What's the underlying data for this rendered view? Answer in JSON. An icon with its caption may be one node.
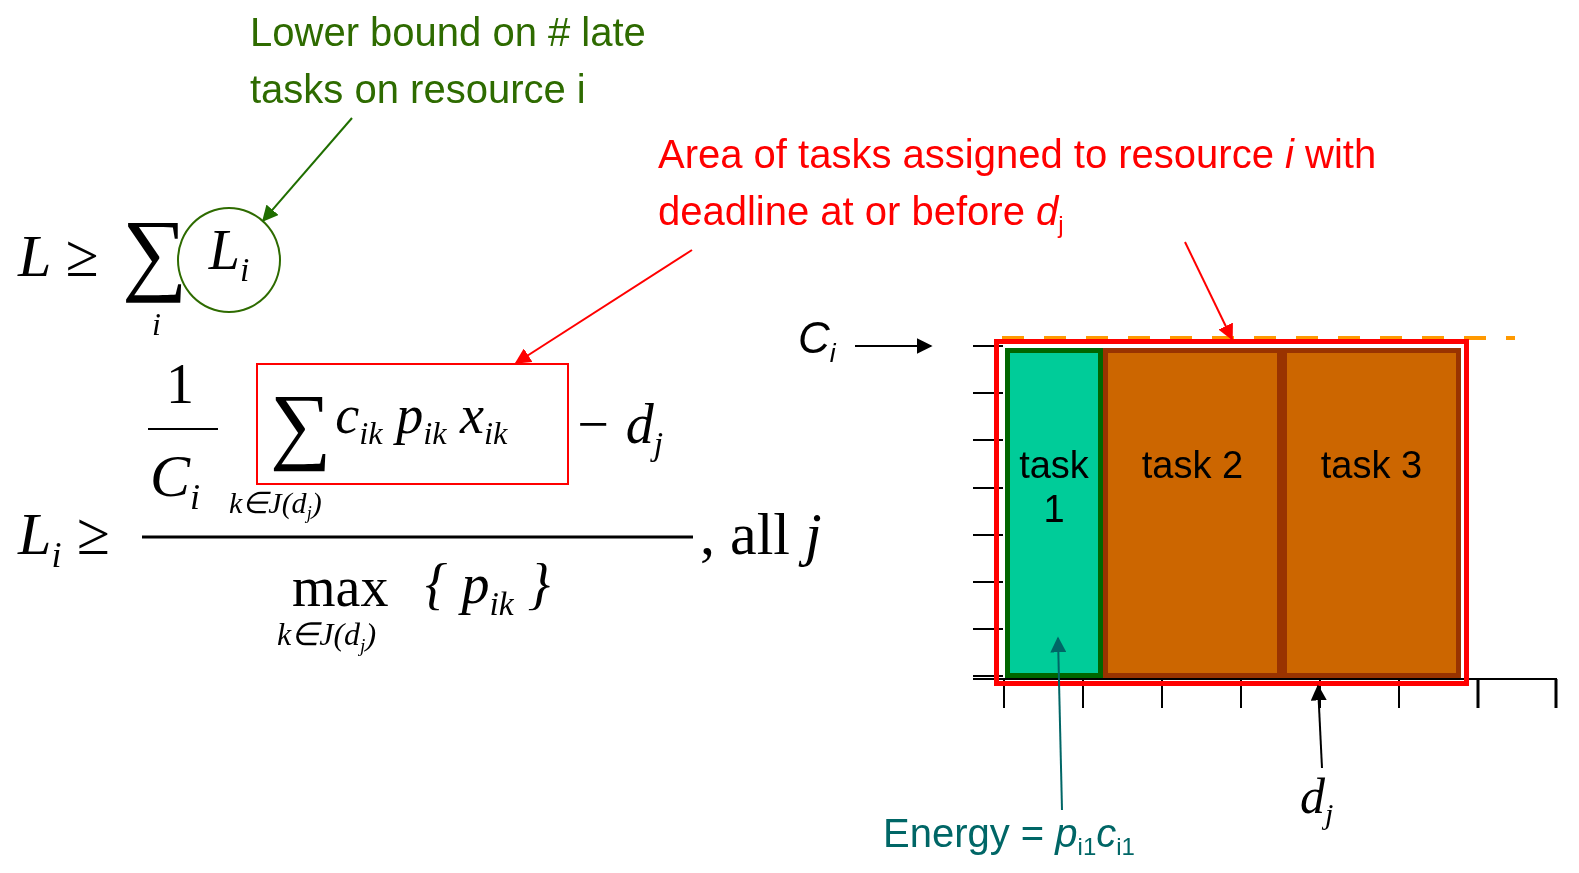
{
  "diagram": {
    "nodes": [
      {
        "text": [
          "Lower bound on # late tasks on resource i"
        ]
      },
      {
        "text": [
          "L$_{i}$"
        ]
      },
      {
        "text": [
          "Area of tasks assigned to resource *i* with deadline at or before *d*$_{j}$"
        ]
      },
      {
        "text": [
          "∑",
          "c$_{ik}$ p$_{ik}$ x$_{ik}$"
        ]
      },
      {
        "text": [],
        "shape": "box"
      },
      {
        "text": [
          "task 1"
        ],
        "in": 4
      },
      {
        "text": [
          "task 2"
        ],
        "in": 4
      },
      {
        "text": [
          "task 3"
        ],
        "in": 4
      },
      {
        "text": [
          "C$_{i}$"
        ]
      },
      {
        "text": [
          "d$_{j}$"
        ]
      },
      {
        "text": [
          "Energy = *p*$_{i1}$*c*$_{i1}$"
        ]
      }
    ],
    "edges": [
      {
        "from": 0,
        "to": 1,
        "arrow": "to",
        "color": "#1f6e00"
      },
      {
        "from": 2,
        "to": 3,
        "arrow": "to",
        "color": "#ff0000"
      },
      {
        "from": 2,
        "to": 4,
        "arrow": "to",
        "color": "#ff0000"
      },
      {
        "from": 8,
        "to": null,
        "arrow": "to",
        "color": "#000000"
      },
      {
        "from": 9,
        "to": 4,
        "arrow": "to",
        "color": "#000000"
      },
      {
        "from": 10,
        "to": 5,
        "arrow": "to",
        "color": "#006666"
      }
    ],
    "labels": [
      "L ≥",
      "∑",
      "i",
      "L$_{i}$ ≥",
      "1",
      "C$_{i}$",
      "k∈J(d$_{j}$)",
      "− d$_{j}$",
      "max",
      "{ p$_{ik}$ }",
      "k∈J(d$_{j}$)",
      ", all *j*"
    ]
  }
}
